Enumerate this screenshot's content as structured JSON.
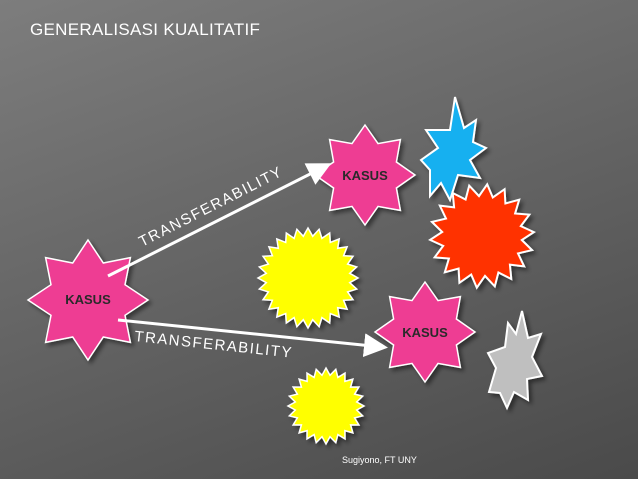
{
  "slide": {
    "title": "GENERALISASI KUALITATIF",
    "footer": "Sugiyono, FT UNY"
  },
  "cases": [
    {
      "label": "KASUS"
    },
    {
      "label": "KASUS"
    },
    {
      "label": "KASUS"
    }
  ],
  "arrows": [
    {
      "label": "TRANSFERABILITY"
    },
    {
      "label": "TRANSFERABILITY"
    }
  ],
  "colors": {
    "case_star": "#ee3d93",
    "yellow_star": "#ffff00",
    "blue_burst": "#14b0f0",
    "red_burst": "#ff3300",
    "gray_burst": "#bfbfbf",
    "arrow": "#ffffff"
  }
}
